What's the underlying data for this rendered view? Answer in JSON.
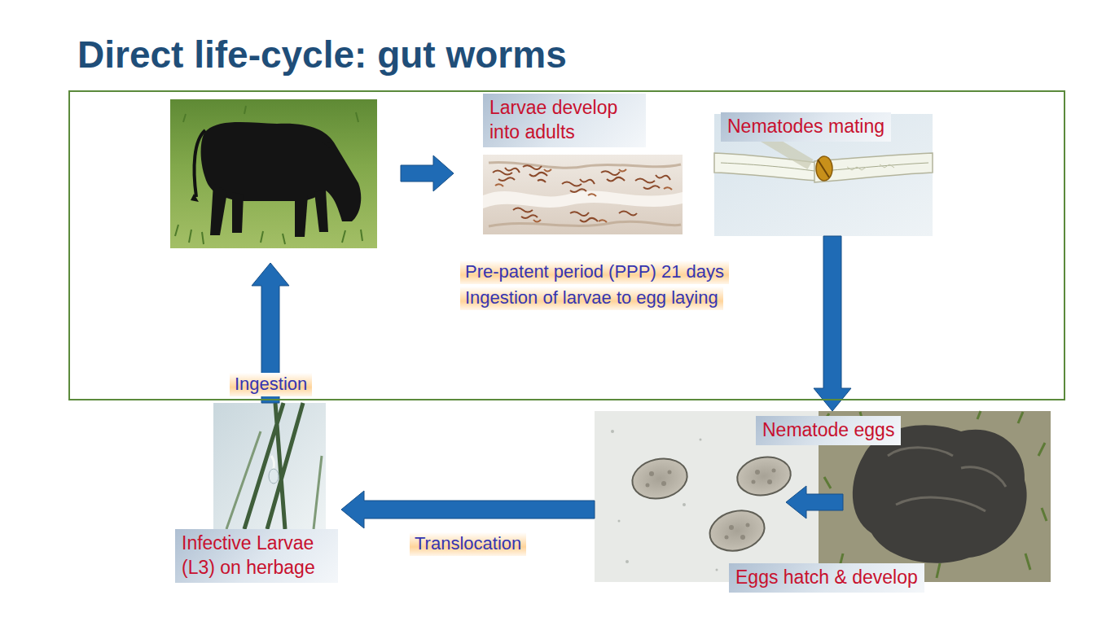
{
  "diagram": {
    "title": "Direct life-cycle: gut worms",
    "nodes": [
      {
        "text": [
          "Pre-patent period (PPP) 21 days",
          "Ingestion of larvae to egg laying"
        ]
      },
      {
        "text": [
          "Larvae develop into adults"
        ],
        "in": 0
      },
      {
        "text": [
          "Nematodes mating"
        ],
        "in": 0
      },
      {
        "text": [
          "Nematode eggs",
          "Eggs hatch & develop"
        ]
      },
      {
        "text": [
          "Infective Larvae (L3) on herbage"
        ]
      }
    ],
    "edges": [
      {
        "from": 2,
        "to": 3,
        "arrow": "to"
      },
      {
        "from": 3,
        "to": 4,
        "label": "Translocation",
        "arrow": "to"
      },
      {
        "from": 4,
        "to": 0,
        "label": "Ingestion",
        "arrow": "to"
      }
    ]
  }
}
